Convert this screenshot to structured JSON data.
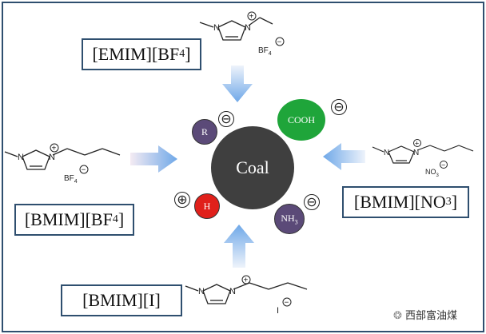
{
  "center": {
    "label": "Coal",
    "color": "#3f3f3f"
  },
  "groups": {
    "r": {
      "label": "R",
      "sign": "⊖",
      "color": "#5b4a78"
    },
    "cooh": {
      "label": "COOH",
      "sign": "⊖",
      "color": "#1fa53a"
    },
    "h": {
      "label": "H",
      "sign": "⊕",
      "color": "#e0201b"
    },
    "nh3": {
      "label": "NH",
      "sub": "3",
      "sign": "⊖",
      "color": "#5b4a78"
    }
  },
  "ionic_liquids": {
    "emim_bf4": {
      "label": "[EMIM][BF",
      "sub": "4",
      "tail": "]",
      "anion": "BF",
      "anion_sub": "4"
    },
    "bmim_bf4": {
      "label": "[BMIM][BF",
      "sub": "4",
      "tail": "]",
      "anion": "BF",
      "anion_sub": "4"
    },
    "bmim_no3": {
      "label": "[BMIM][NO",
      "sub": "3",
      "tail": "]",
      "anion": "NO",
      "anion_sub": "3"
    },
    "bmim_i": {
      "label": "[BMIM][I]",
      "sub": "",
      "tail": "",
      "anion": "I",
      "anion_sub": ""
    }
  },
  "molecule_atoms": {
    "n": "N",
    "plus": "+",
    "minus": "−"
  },
  "watermark": {
    "text": "西部富油煤"
  },
  "colors": {
    "frame": "#2f4f6f",
    "arrow": "#7fb2ea"
  }
}
